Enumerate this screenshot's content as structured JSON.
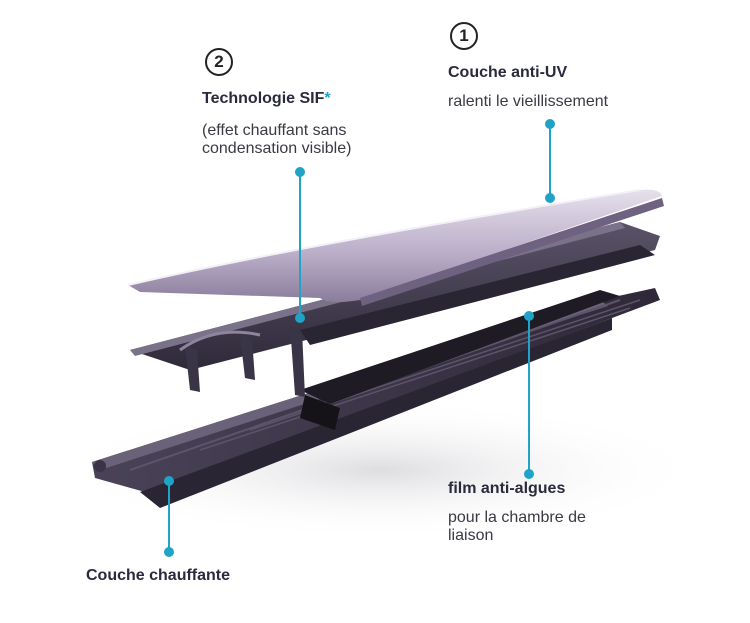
{
  "labels": {
    "uv": {
      "number": "1",
      "title": "Couche anti-UV",
      "desc": "ralenti le vieillissement"
    },
    "sif": {
      "number": "2",
      "title": "Technologie SIF",
      "star": "*",
      "desc_line1": "(effet chauffant sans",
      "desc_line2": "condensation visible)"
    },
    "algae": {
      "title": "film anti-algues",
      "desc_line1": "pour la chambre de",
      "desc_line2": "liaison"
    },
    "heat": {
      "title": "Couche chauffante"
    }
  },
  "colors": {
    "accent": "#1fa3c7",
    "profile_dark": "#3a3447",
    "profile_mid": "#4b445a",
    "cap_light": "#cfc6d8",
    "text": "#2a2a3d"
  }
}
